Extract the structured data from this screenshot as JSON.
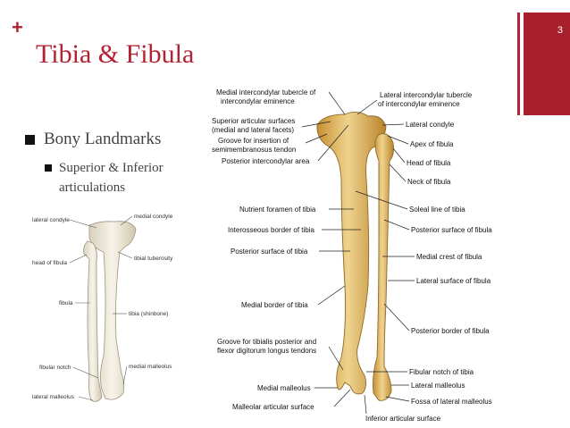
{
  "slide": {
    "number": "3",
    "plus": "+",
    "title": "Tibia & Fibula",
    "bullets": {
      "level1": "Bony Landmarks",
      "level2": "Superior & Inferior articulations"
    },
    "colors": {
      "accent": "#a81f2c",
      "title": "#b32232"
    }
  },
  "small_figure": {
    "labels": {
      "lateral_condyle": "lateral condyle",
      "medial_condyle": "medial condyle",
      "tibial_tuberosity": "tibial tuberosity",
      "head_of_fibula": "head of fibula",
      "fibula": "fibula",
      "tibia": "tibia (shinbone)",
      "fibular_notch": "fibular notch",
      "medial_malleolus": "medial malleolus",
      "lateral_malleolus": "lateral malleolus"
    }
  },
  "main_figure": {
    "left_labels": {
      "l1a": "Medial intercondylar tubercle of",
      "l1b": "intercondylar eminence",
      "l2a": "Superior articular surfaces",
      "l2b": "(medial and lateral facets)",
      "l3a": "Groove for insertion of",
      "l3b": "semimembranosus tendon",
      "l4": "Posterior intercondylar area",
      "l5": "Nutrient foramen of tibia",
      "l6": "Interosseous border of tibia",
      "l7": "Posterior surface of tibia",
      "l8": "Medial border of tibia",
      "l9a": "Groove for tibialis posterior and",
      "l9b": "flexor digitorum longus tendons",
      "l10": "Medial malleolus",
      "l11": "Malleolar articular surface"
    },
    "right_labels": {
      "r1a": "Lateral intercondylar tubercle",
      "r1b": "of intercondylar eminence",
      "r2": "Lateral condyle",
      "r3": "Apex of fibula",
      "r4": "Head of fibula",
      "r5": "Neck of fibula",
      "r6": "Soleal line of tibia",
      "r7": "Posterior surface of fibula",
      "r8": "Medial crest of fibula",
      "r9": "Lateral surface of fibula",
      "r10": "Posterior border of fibula",
      "r11": "Fibular notch of tibia",
      "r12": "Lateral malleolus",
      "r13": "Fossa of lateral malleolus",
      "r14": "Inferior articular surface"
    }
  }
}
